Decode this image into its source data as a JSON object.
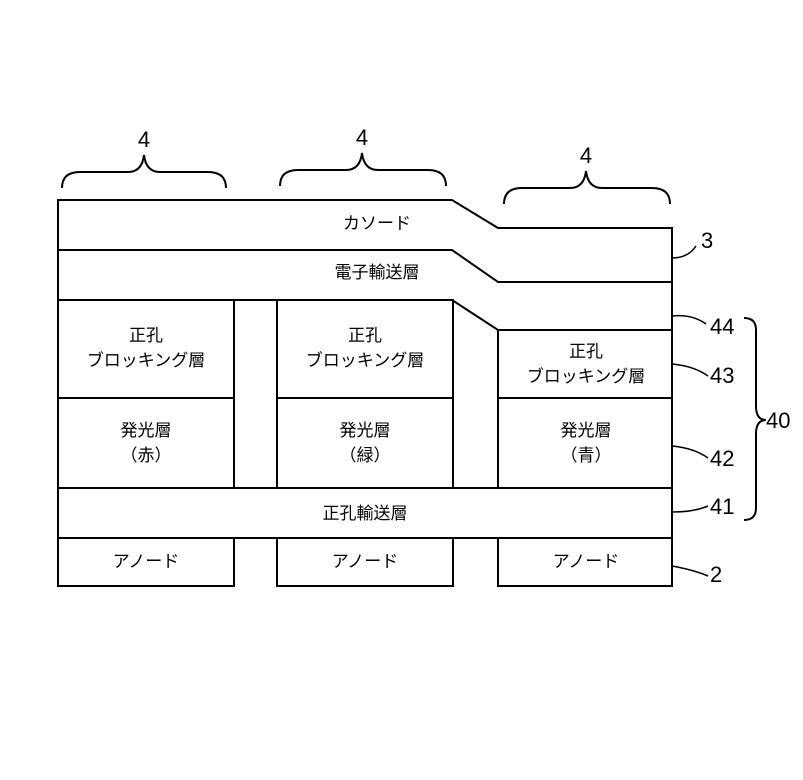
{
  "diagram": {
    "pixel_labels": [
      "4",
      "4",
      "4"
    ],
    "layers": {
      "cathode": "カソード",
      "electron_transport": "電子輸送層",
      "hole_transport": "正孔輸送層"
    },
    "pixels": [
      {
        "hole_blocking": [
          "正孔",
          "ブロッキング層"
        ],
        "emissive": [
          "発光層",
          "（赤）"
        ],
        "anode": "アノード"
      },
      {
        "hole_blocking": [
          "正孔",
          "ブロッキング層"
        ],
        "emissive": [
          "発光層",
          "（緑）"
        ],
        "anode": "アノード"
      },
      {
        "hole_blocking": [
          "正孔",
          "ブロッキング層"
        ],
        "emissive": [
          "発光層",
          "（青）"
        ],
        "anode": "アノード"
      }
    ],
    "reference_numerals": {
      "cathode": "3",
      "layer_44": "44",
      "layer_43": "43",
      "layer_42": "42",
      "layer_41": "41",
      "anode": "2",
      "organic_stack": "40"
    }
  }
}
